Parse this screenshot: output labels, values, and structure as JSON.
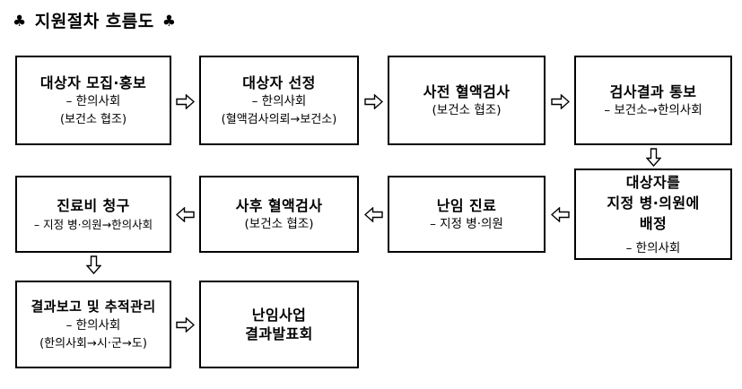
{
  "title": {
    "left_symbol": "♣",
    "text": "지원절차 흐름도",
    "right_symbol": "♣"
  },
  "diagram": {
    "type": "flowchart",
    "orientation": "boustrophedon (row1 left-to-right, row2 right-to-left, row3 left-to-right)",
    "nodes": [
      {
        "id": "n1",
        "line1": "대상자 모집·홍보",
        "line2": "– 한의사회",
        "line3": "(보건소 협조)"
      },
      {
        "id": "n2",
        "line1": "대상자 선정",
        "line2": "– 한의사회",
        "line3": "(혈액검사의뢰→보건소)"
      },
      {
        "id": "n3",
        "line1": "사전 혈액검사",
        "line2": "(보건소 협조)",
        "line3": ""
      },
      {
        "id": "n4",
        "line1": "검사결과 통보",
        "line2": "– 보건소→한의사회",
        "line3": ""
      },
      {
        "id": "n5",
        "line1": "대상자를",
        "line1b": "지정 병·의원에",
        "line1c": "배정",
        "line2": "– 한의사회",
        "line3": ""
      },
      {
        "id": "n6",
        "line1": "난임 진료",
        "line2": "– 지정 병·의원",
        "line3": ""
      },
      {
        "id": "n7",
        "line1": "사후 혈액검사",
        "line2": "(보건소 협조)",
        "line3": ""
      },
      {
        "id": "n8",
        "line1": "진료비 청구",
        "line2": "– 지정 병·의원→한의사회",
        "line3": ""
      },
      {
        "id": "n9",
        "line1": "결과보고 및 추적관리",
        "line2": "– 한의사회",
        "line3": "(한의사회→시·군→도)"
      },
      {
        "id": "n10",
        "line1": "난임사업",
        "line1b": "결과발표회",
        "line2": "",
        "line3": ""
      }
    ],
    "connectors": [
      {
        "id": "c1",
        "from": "n1",
        "to": "n2",
        "direction": "right",
        "glyph": "⇨"
      },
      {
        "id": "c2",
        "from": "n2",
        "to": "n3",
        "direction": "right",
        "glyph": "⇨"
      },
      {
        "id": "c3",
        "from": "n3",
        "to": "n4",
        "direction": "right",
        "glyph": "⇨"
      },
      {
        "id": "c4",
        "from": "n4",
        "to": "n5",
        "direction": "down",
        "glyph": "⇩"
      },
      {
        "id": "c5",
        "from": "n5",
        "to": "n6",
        "direction": "left",
        "glyph": "⇦"
      },
      {
        "id": "c6",
        "from": "n6",
        "to": "n7",
        "direction": "left",
        "glyph": "⇦"
      },
      {
        "id": "c7",
        "from": "n7",
        "to": "n8",
        "direction": "left",
        "glyph": "⇦"
      },
      {
        "id": "c8",
        "from": "n8",
        "to": "n9",
        "direction": "down",
        "glyph": "⇩"
      },
      {
        "id": "c9",
        "from": "n9",
        "to": "n10",
        "direction": "right",
        "glyph": "⇨"
      }
    ]
  },
  "colors": {
    "background": "#ffffff",
    "stroke": "#000000",
    "text": "#000000"
  }
}
